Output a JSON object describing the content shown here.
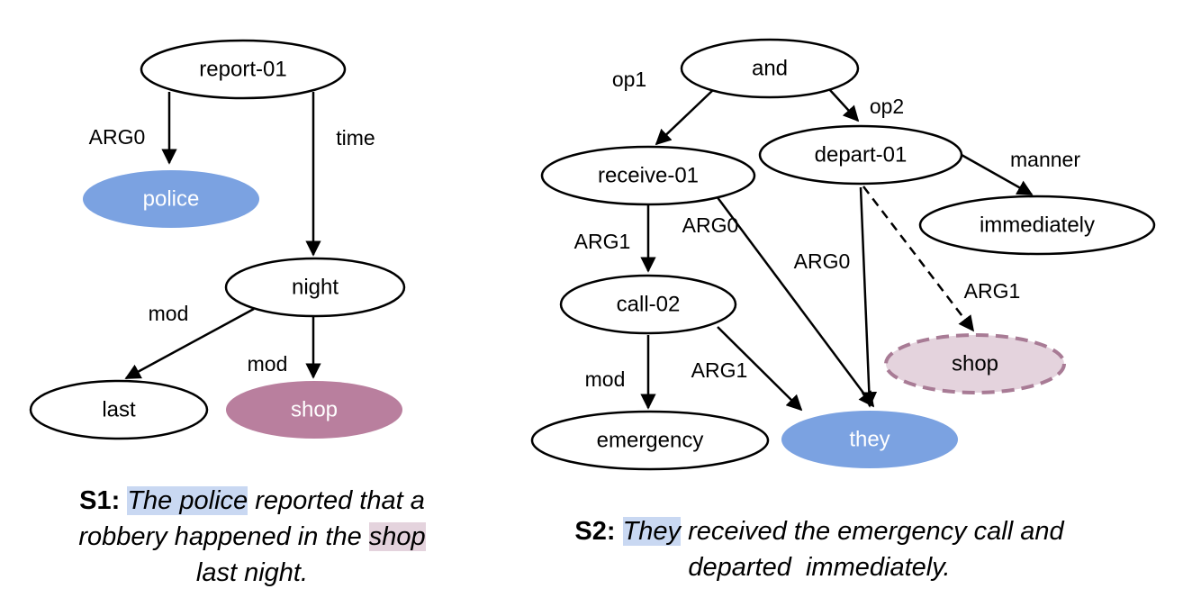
{
  "graph1": {
    "nodes": {
      "report": "report-01",
      "police": "police",
      "night": "night",
      "last": "last",
      "shop": "shop"
    },
    "edges": {
      "arg0": "ARG0",
      "time": "time",
      "mod_last": "mod",
      "mod_shop": "mod"
    }
  },
  "graph2": {
    "nodes": {
      "and": "and",
      "receive": "receive-01",
      "depart": "depart-01",
      "immediately": "immediately",
      "call": "call-02",
      "shop": "shop",
      "emergency": "emergency",
      "they": "they"
    },
    "edges": {
      "op1": "op1",
      "op2": "op2",
      "manner": "manner",
      "arg1_receive": "ARG1",
      "arg0_receive": "ARG0",
      "arg0_depart": "ARG0",
      "arg1_depart": "ARG1",
      "mod": "mod",
      "arg1_call": "ARG1"
    }
  },
  "captions": {
    "s1": {
      "lead": "S1:",
      "hl1": "The police",
      "t1": " reported that a",
      "t2": "robbery happened in the ",
      "hl2": "shop",
      "t3": "last night."
    },
    "s2": {
      "lead": "S2:",
      "hl1": "They",
      "t1": " received the emergency call and",
      "t2": "departed  immediately."
    }
  },
  "colors": {
    "coref_blue": "#7ba2e1",
    "coref_pink": "#b97f9e",
    "pink_dashed_fill": "#e4d3dd",
    "pink_dashed_stroke": "#a87b95",
    "highlight_blue": "#c9d8f2",
    "highlight_pink": "#e4d3dd"
  }
}
